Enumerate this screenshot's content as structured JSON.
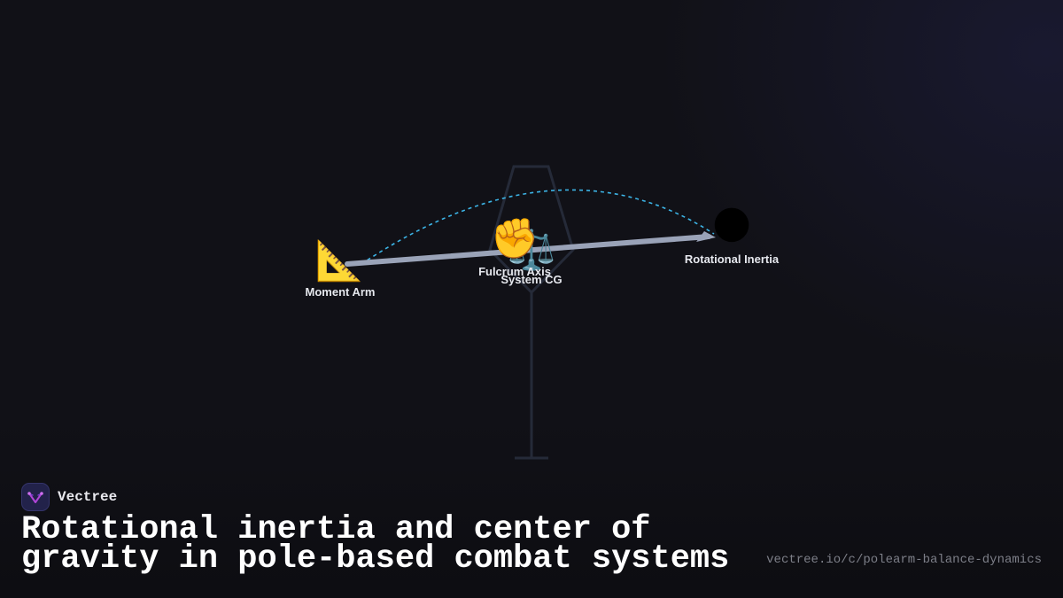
{
  "diagram": {
    "nodes": {
      "moment_arm": {
        "label": "Moment Arm",
        "icon": "triangular-ruler-icon",
        "glyph": "📐"
      },
      "fulcrum_axis": {
        "label": "Fulcrum Axis",
        "icon": "raised-fist-icon",
        "glyph": "✊"
      },
      "system_cg": {
        "label": "System CG",
        "icon": "balance-scale-icon",
        "glyph": "⚖️"
      },
      "rotational_inertia": {
        "label": "Rotational Inertia",
        "icon": "new-moon-face-icon",
        "glyph": "🌑"
      }
    },
    "colors": {
      "arm": "#9aa3b8",
      "arc": "#3cb4e6",
      "stand": "#252a38"
    }
  },
  "footer": {
    "brand_name": "Vectree",
    "title_line1": "Rotational inertia and center of",
    "title_line2": "gravity in pole-based combat systems",
    "url": "vectree.io/c/polearm-balance-dynamics"
  },
  "colors": {
    "background": "#111117",
    "logo_bg": "#22224a",
    "logo_accent": "#b045d8"
  }
}
